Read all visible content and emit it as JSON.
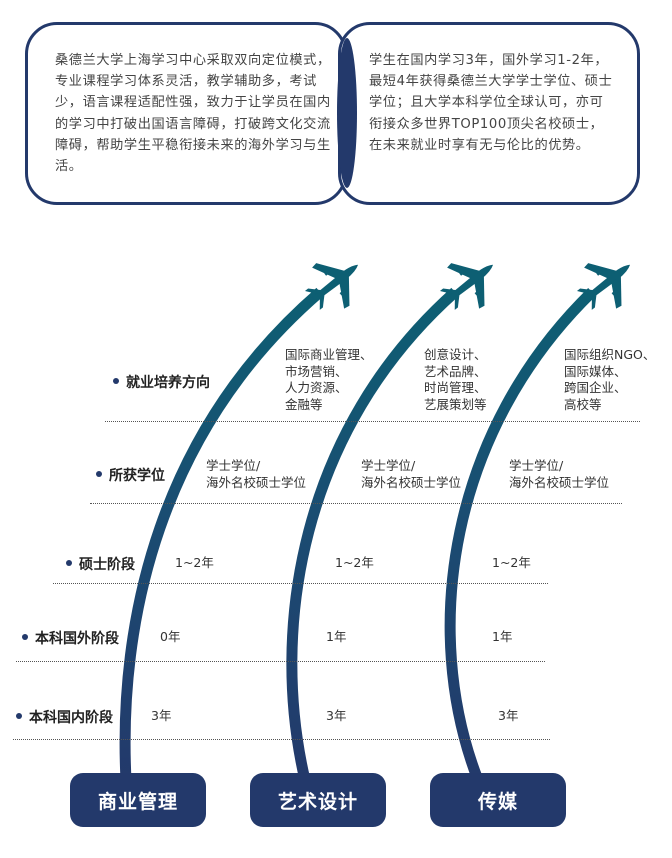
{
  "intro": {
    "left_text": "桑德兰大学上海学习中心采取双向定位模式，专业课程学习体系灵活，教学辅助多，考试少，语言课程适配性强，致力于让学员在国内的学习中打破出国语言障碍，打破跨文化交流障碍，帮助学生平稳衔接未来的海外学习与生活。",
    "right_text": "学生在国内学习3年，国外学习1-2年，最短4年获得桑德兰大学学士学位、硕士学位；且大学本科学位全球认可，亦可衔接众多世界TOP100顶尖名校硕士，在未来就业时享有无与伦比的优势。"
  },
  "colors": {
    "navy": "#23396b",
    "teal": "#0d5f73"
  },
  "rows": [
    {
      "label": "就业培养方向"
    },
    {
      "label": "所获学位"
    },
    {
      "label": "硕士阶段"
    },
    {
      "label": "本科国外阶段"
    },
    {
      "label": "本科国内阶段"
    }
  ],
  "tracks": [
    {
      "name": "商业管理",
      "icon": "airplane-icon",
      "career": "国际商业管理、\n市场营销、\n人力资源、\n金融等",
      "degree": "学士学位/\n海外名校硕士学位",
      "master": "1~2年",
      "overseas": "0年",
      "domestic": "3年"
    },
    {
      "name": "艺术设计",
      "icon": "airplane-icon",
      "career": "创意设计、\n艺术品牌、\n时尚管理、\n艺展策划等",
      "degree": "学士学位/\n海外名校硕士学位",
      "master": "1~2年",
      "overseas": "1年",
      "domestic": "3年"
    },
    {
      "name": "传媒",
      "icon": "airplane-icon",
      "career": "国际组织NGO、\n国际媒体、\n跨国企业、\n高校等",
      "degree": "学士学位/\n海外名校硕士学位",
      "master": "1~2年",
      "overseas": "1年",
      "domestic": "3年"
    }
  ]
}
